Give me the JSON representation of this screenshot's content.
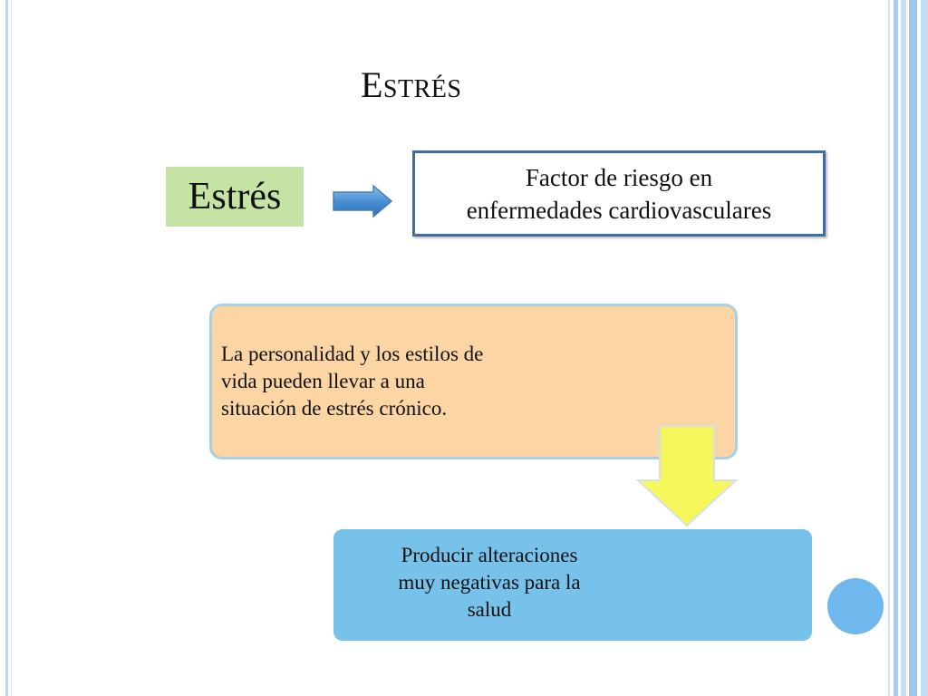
{
  "slide": {
    "title": "Estrés",
    "estres_label": "Estrés",
    "factor_line1": "Factor de riesgo en",
    "factor_line2": "enfermedades cardiovasculares",
    "personality_line1": "La personalidad y  los estilos de",
    "personality_line2": "vida pueden llevar a una",
    "personality_line3": "situación de estrés crónico.",
    "effect_line1": "Producir alteraciones",
    "effect_line2": "muy negativas para la",
    "effect_line3": "salud"
  },
  "colors": {
    "estres_box": "#c6e3a6",
    "factor_border": "#3d6fa0",
    "orange_box": "#fbd5a3",
    "blue_box": "#76c2ea",
    "down_arrow": "#f5f85a",
    "right_arrow": "#5b9bd5",
    "circle": "#6fb9ee"
  }
}
